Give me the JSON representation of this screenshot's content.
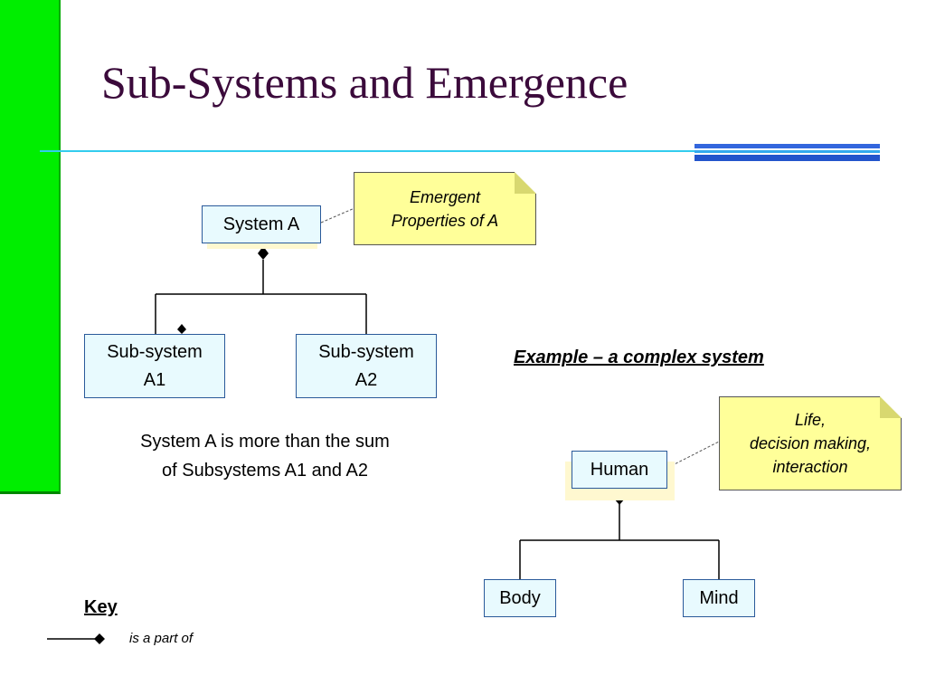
{
  "slide": {
    "title": "Sub-Systems and Emergence"
  },
  "diagram_a": {
    "root": "System A",
    "note_lines": [
      "Emergent",
      "Properties of A"
    ],
    "children": [
      {
        "line1": "Sub-system",
        "line2": "A1"
      },
      {
        "line1": "Sub-system",
        "line2": "A2"
      }
    ],
    "caption_lines": [
      "System A is more than the sum",
      "of Subsystems A1 and A2"
    ]
  },
  "example": {
    "heading": "Example – a complex system",
    "root": "Human",
    "note_lines": [
      "Life,",
      "decision making,",
      "interaction"
    ],
    "children": [
      "Body",
      "Mind"
    ]
  },
  "key": {
    "title": "Key",
    "label": "is a part of"
  },
  "colors": {
    "green_bar": "#00ee00",
    "title_text": "#3b0a3b",
    "box_fill": "#e8fafe",
    "note_fill": "#ffff99",
    "rule": "#33ccee",
    "accent": "#3366dd"
  }
}
